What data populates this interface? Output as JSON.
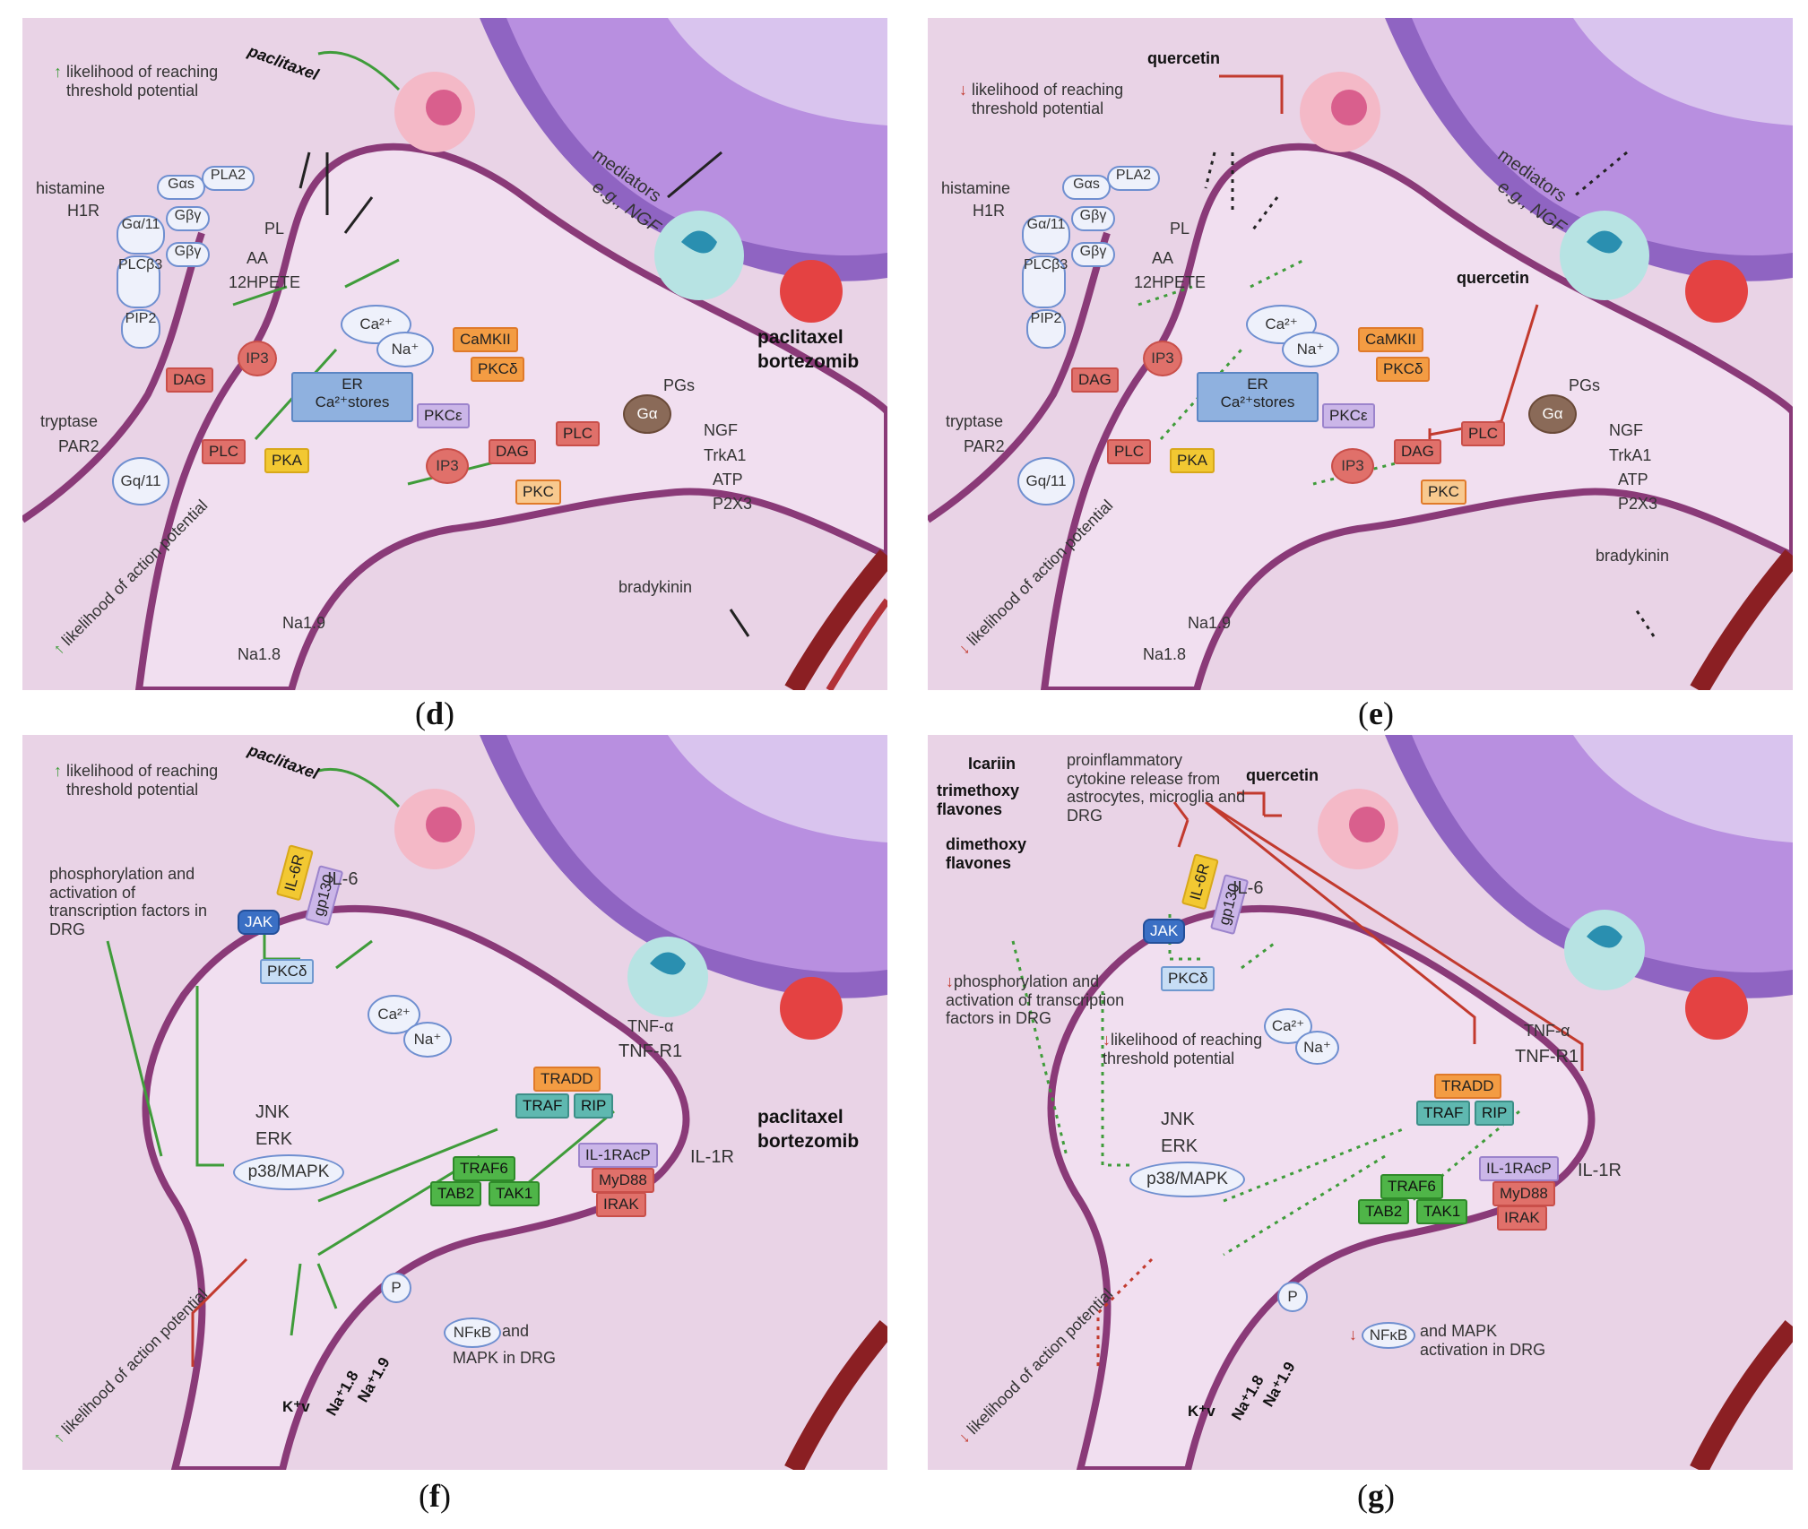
{
  "figure": {
    "panels": [
      {
        "id": "d",
        "caption_letter": "d"
      },
      {
        "id": "e",
        "caption_letter": "e"
      },
      {
        "id": "f",
        "caption_letter": "f"
      },
      {
        "id": "g",
        "caption_letter": "g"
      }
    ],
    "captions": {
      "d": "d",
      "e": "e",
      "f": "f",
      "g": "g"
    },
    "colors": {
      "background": "#e9d3e6",
      "membrane": "#8a3a78",
      "epithelium": "#9a6fc4",
      "activate": "#3f9c3a",
      "inhibit": "#c23a2e"
    }
  },
  "panel_d": {
    "threshold_note": "likelihood of reaching threshold potential",
    "drug": "paclitaxel",
    "histamine": "histamine",
    "h1r": "H1R",
    "gas": "Gαs",
    "pla2": "PLA2",
    "gq11": "Gα/11",
    "gby1": "Gβγ",
    "gby2": "Gβγ",
    "plcb3": "PLCβ3",
    "pip2": "PIP2",
    "dag": "DAG",
    "pl": "PL",
    "aa": "AA",
    "hpete": "12HPETE",
    "ip3": "IP3",
    "ca": "Ca²⁺",
    "na": "Na⁺",
    "camkii": "CaMKII",
    "pkcd": "PKCδ",
    "er": "ER",
    "castores": "Ca²⁺stores",
    "pkce": "PKCε",
    "pgs": "PGs",
    "ga": "Gα",
    "plc2": "PLC",
    "dag2": "DAG",
    "ip32": "IP3",
    "ngf": "NGF",
    "trka1": "TrkA1",
    "atp": "ATP",
    "p2x3": "P2X3",
    "pkc": "PKC",
    "tryptase": "tryptase",
    "par2": "PAR2",
    "gq11b": "Gq/11",
    "plc": "PLC",
    "pka": "PKA",
    "mediators": "mediators",
    "eg_ngf": "e.g., NGF",
    "drug2": "paclitaxel",
    "drug3": "bortezomib",
    "bradykinin": "bradykinin",
    "action_note": "likelihood of action potential",
    "na19": "Na1.9",
    "na18": "Na1.8"
  },
  "panel_e": {
    "inhibitor1": "quercetin",
    "inhibitor2": "quercetin",
    "threshold_note": "likelihood of reaching threshold potential",
    "histamine": "histamine",
    "h1r": "H1R",
    "gas": "Gαs",
    "pla2": "PLA2",
    "gq11": "Gα/11",
    "gby1": "Gβγ",
    "gby2": "Gβγ",
    "plcb3": "PLCβ3",
    "pip2": "PIP2",
    "dag": "DAG",
    "pl": "PL",
    "aa": "AA",
    "hpete": "12HPETE",
    "ip3": "IP3",
    "ca": "Ca²⁺",
    "na": "Na⁺",
    "camkii": "CaMKII",
    "pkcd": "PKCδ",
    "er": "ER",
    "castores": "Ca²⁺stores",
    "pkce": "PKCε",
    "pgs": "PGs",
    "ga": "Gα",
    "plc2": "PLC",
    "dag2": "DAG",
    "ip32": "IP3",
    "ngf": "NGF",
    "trka1": "TrkA1",
    "atp": "ATP",
    "p2x3": "P2X3",
    "pkc": "PKC",
    "tryptase": "tryptase",
    "par2": "PAR2",
    "gq11b": "Gq/11",
    "plc": "PLC",
    "pka": "PKA",
    "mediators": "mediators",
    "eg_ngf": "e.g., NGF",
    "bradykinin": "bradykinin",
    "action_note": "likelihood of action potential",
    "na19": "Na1.9",
    "na18": "Na1.8"
  },
  "panel_f": {
    "threshold_note": "likelihood of reaching threshold potential",
    "drug": "paclitaxel",
    "phospho_note": "phosphorylation and activation of transcription factors in DRG",
    "il6r": "IL-6R",
    "gp130": "gp130",
    "il6": "IL-6",
    "jak": "JAK",
    "pkcd": "PKCδ",
    "ca": "Ca²⁺",
    "na": "Na⁺",
    "tnfa": "TNF-α",
    "tnfr1": "TNF-R1",
    "tradd": "TRADD",
    "traf": "TRAF",
    "rip": "RIP",
    "jnk": "JNK",
    "erk": "ERK",
    "p38": "p38/MAPK",
    "il1r": "IL-1R",
    "il1racp": "IL-1RAcP",
    "myd88": "MyD88",
    "irak": "IRAK",
    "traf6": "TRAF6",
    "tab2": "TAB2",
    "tak1": "TAK1",
    "nfkb": "NFκB",
    "nfkb_rest": "and",
    "mapk_drg": "MAPK in DRG",
    "p": "P",
    "kv": "K⁺v",
    "na18": "Na⁺1.8",
    "na19": "Na⁺1.9",
    "action_note": "likelihood of action potential",
    "drug2": "paclitaxel",
    "drug3": "bortezomib"
  },
  "panel_g": {
    "icariin": "Icariin",
    "trimethoxy": "trimethoxy flavones",
    "dimethoxy": "dimethoxy flavones",
    "cytokine_note": "proinflammatory cytokine release from astrocytes, microglia and DRG",
    "quercetin": "quercetin",
    "il6r": "IL-6R",
    "gp130": "gp130",
    "il6": "IL-6",
    "jak": "JAK",
    "pkcd": "PKCδ",
    "phospho_note": "phosphorylation and activation of transcription factors in DRG",
    "ca": "Ca²⁺",
    "na": "Na⁺",
    "threshold_note": "likelihood of reaching threshold potential",
    "tnfa": "TNF-α",
    "tnfr1": "TNF-R1",
    "tradd": "TRADD",
    "traf": "TRAF",
    "rip": "RIP",
    "jnk": "JNK",
    "erk": "ERK",
    "p38": "p38/MAPK",
    "il1r": "IL-1R",
    "il1racp": "IL-1RAcP",
    "myd88": "MyD88",
    "irak": "IRAK",
    "traf6": "TRAF6",
    "tab2": "TAB2",
    "tak1": "TAK1",
    "nfkb": "NFκB",
    "nfkb_rest": "and MAPK activation in DRG",
    "p": "P",
    "kv": "K⁺v",
    "na18": "Na⁺1.8",
    "na19": "Na⁺1.9",
    "action_note": "likelihood of action potential"
  }
}
